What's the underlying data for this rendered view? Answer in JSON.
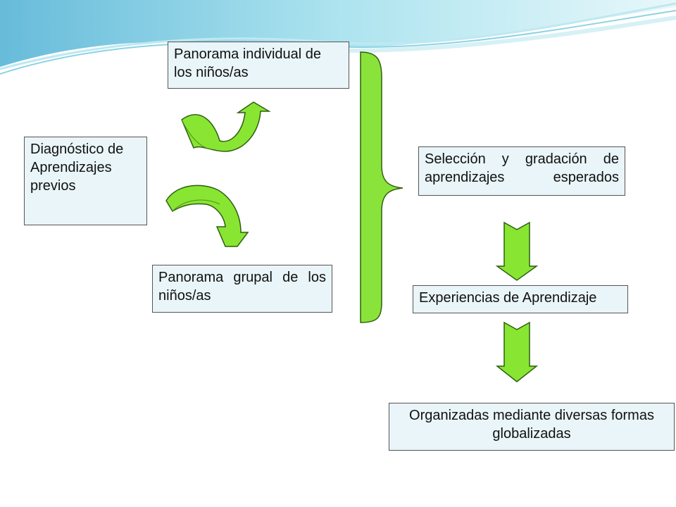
{
  "colors": {
    "box_fill": "#e9f5f8",
    "box_border": "#555555",
    "arrow_green": "#88e632",
    "arrow_dark": "#5aa02a",
    "bracket_green": "#8ae33a",
    "wave_blue": "#7ccfe0"
  },
  "boxes": {
    "diagnostico": "Diagnóstico de Aprendizajes previos",
    "individual": "Panorama individual de los niños/as",
    "grupal": "Panorama grupal de los niños/as",
    "seleccion": "Selección y gradación de aprendizajes esperados",
    "experiencias": "Experiencias de Aprendizaje",
    "organizadas": "Organizadas mediante diversas formas globalizadas"
  },
  "icons": {
    "curved_up": "curved-arrow-up-icon",
    "curved_down": "curved-arrow-down-icon",
    "down_1": "down-arrow-icon",
    "down_2": "down-arrow-icon",
    "brace": "right-brace-icon"
  }
}
